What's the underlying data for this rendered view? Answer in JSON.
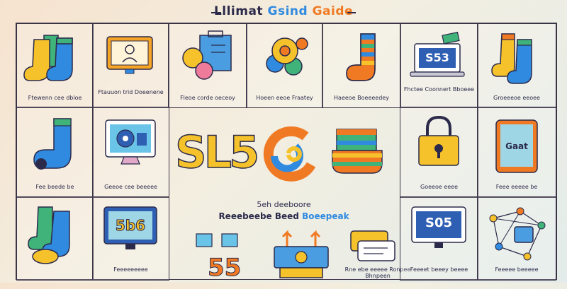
{
  "header": {
    "title_part1": "Lllimat",
    "title_part2": "Gsind",
    "title_part3": "Gaide"
  },
  "row1": [
    {
      "caption": "Ftewenn cee dbloe"
    },
    {
      "caption": "Ftauuon trid Doeenene"
    },
    {
      "caption": "Fleoe corde oeceoy"
    },
    {
      "caption": "Hoeen eeoe Fraatey"
    },
    {
      "caption": "Haeeoe Boeeeedey"
    },
    {
      "caption": "Fhctee Coonnert Bboeee",
      "screen_text": "S53"
    },
    {
      "caption": "Groeeeoe eeoee"
    }
  ],
  "row2": [
    {
      "caption": "Fee beede be"
    },
    {
      "caption": "Geeoe cee beeeee"
    },
    {
      "caption": "Goeeoe eeee"
    },
    {
      "caption": "Feee eeeee be",
      "screen_text": "Gaat"
    }
  ],
  "row3": [
    {
      "caption": "Feeeeeeeee",
      "screen_text": "5b6"
    },
    {
      "caption": "Rne ebe eeeee Ronpee Bhnpeen"
    },
    {
      "caption": "Feeeet beeey beeee",
      "screen_text": "S05"
    },
    {
      "caption": "Feeeee beeeee"
    }
  ],
  "center": {
    "big_left": "SL5",
    "big_right_count": "55",
    "line1": "5eh deeboore",
    "line2_dark": "Reeebeebe Beed",
    "line2_blue": "Boeepeak"
  },
  "colors": {
    "accent_blue": "#2f8ae0",
    "accent_orange": "#f07a24",
    "accent_yellow": "#f5c22c",
    "accent_green": "#3fb37a",
    "ink": "#2b2a4a"
  }
}
